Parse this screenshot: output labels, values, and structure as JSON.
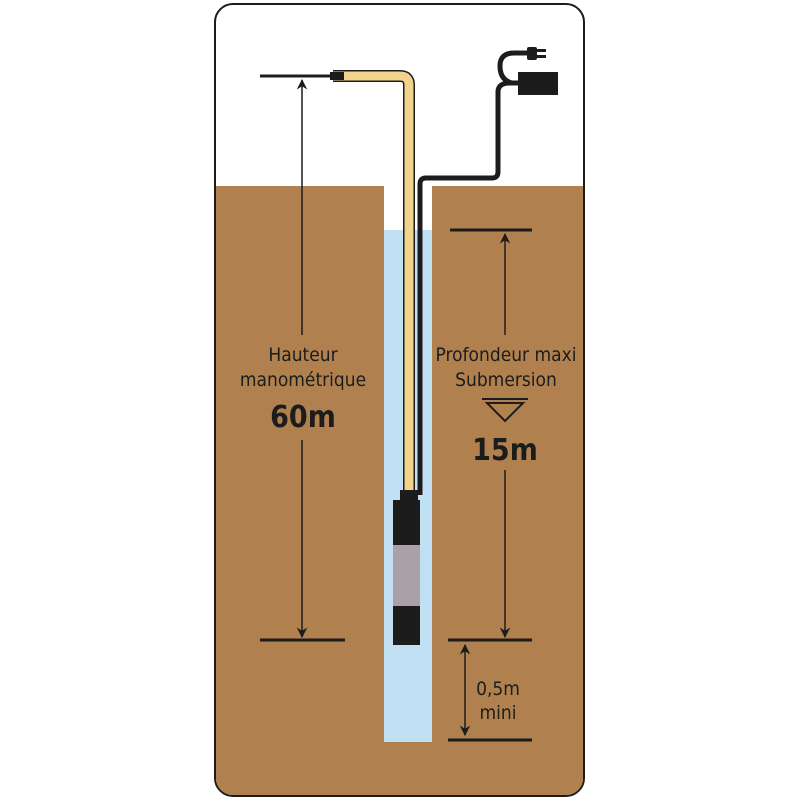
{
  "left_measure": {
    "line1": "Hauteur",
    "line2": "manométrique",
    "value": "60m"
  },
  "right_measure": {
    "line1": "Profondeur maxi",
    "line2": "Submersion",
    "value": "15m",
    "icon": "water-level-triangle-icon"
  },
  "bottom_measure": {
    "line1": "0,5m",
    "line2": "mini"
  },
  "colors": {
    "ground": "#b0814f",
    "water": "#c2e0f4",
    "pipe": "#f2d38c",
    "pump_mid": "#aaa1a7",
    "dark": "#1c1c1c"
  }
}
